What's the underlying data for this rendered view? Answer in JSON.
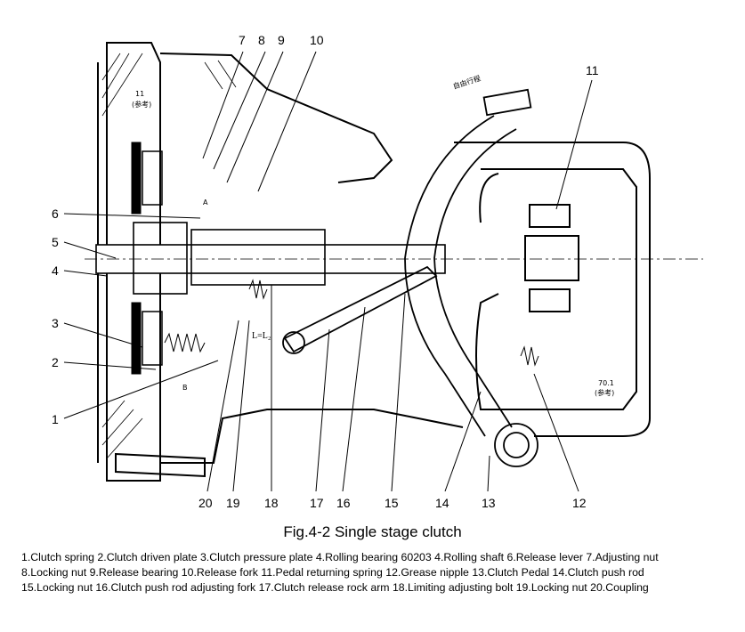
{
  "figure": {
    "caption": "Fig.4-2  Single stage clutch",
    "callout_numbers": [
      "1",
      "2",
      "3",
      "4",
      "5",
      "6",
      "7",
      "8",
      "9",
      "10",
      "11",
      "12",
      "13",
      "14",
      "15",
      "16",
      "17",
      "18",
      "19",
      "20"
    ],
    "dimension_labels": {
      "dim_11": "11",
      "ref_1": "(参考)",
      "free_travel": "自由行程",
      "a_mark": "A",
      "b_mark": "B",
      "l_equals": "L=L₂",
      "dim_70": "70.1",
      "ref_2": "(参考)"
    }
  },
  "legend": {
    "line1": "1.Clutch spring  2.Clutch driven plate  3.Clutch pressure plate  4.Rolling bearing 60203   4.Rolling shaft   6.Release lever  7.Adjusting nut",
    "line2": "8.Locking nut  9.Release bearing   10.Release  fork  11.Pedal returning spring  12.Grease nipple  13.Clutch  Pedal  14.Clutch push rod",
    "line3": "15.Locking nut  16.Clutch push rod adjusting fork   17.Clutch release rock arm   18.Limiting adjusting bolt   19.Locking nut   20.Coupling"
  }
}
